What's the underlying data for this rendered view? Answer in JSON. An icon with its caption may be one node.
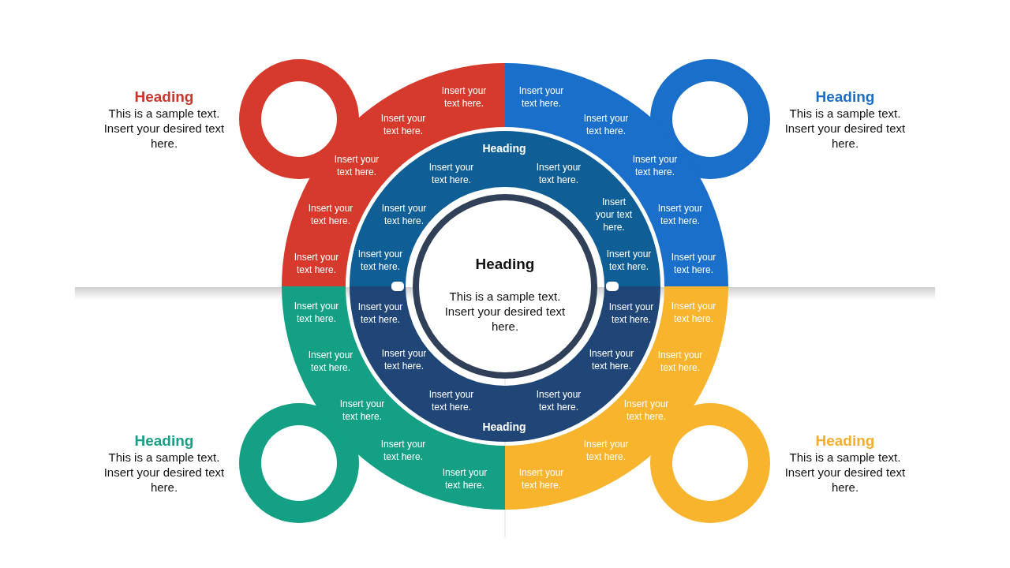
{
  "diagram": {
    "nodes": [
      {
        "text": [
          "Insert your text here.",
          "Insert your text here.",
          "Insert your text here.",
          "Insert your text here.",
          "Insert your text here."
        ]
      },
      {
        "text": [
          "Insert your text here.",
          "Insert your text here.",
          "Insert your text here.",
          "Insert your text here.",
          "Insert your text here."
        ]
      },
      {
        "text": [
          "Heading",
          "Insert your text here.",
          "Insert your text here.",
          "Insert your text here.",
          "Insert your text here.",
          "Insert your text here.",
          "Insert your text here."
        ]
      },
      {
        "text": [
          "Heading",
          "This is a sample text. Insert your desired text here."
        ]
      },
      {
        "text": [
          "Insert your text here.",
          "Insert your text here.",
          "Insert your text here.",
          "Insert your text here.",
          "Insert your text here.",
          "Insert your text here.",
          "Heading"
        ]
      },
      {
        "text": [
          "Insert your text here.",
          "Insert your text here.",
          "Insert your text here.",
          "Insert your text here.",
          "Insert your text here."
        ]
      },
      {
        "text": [
          "Insert your text here.",
          "Insert your text here.",
          "Insert your text here.",
          "Insert your text here.",
          "Insert your text here."
        ]
      }
    ],
    "edges": [],
    "labels": [
      "Heading",
      "This is a sample text. Insert your desired text here.",
      "Heading",
      "This is a sample text. Insert your desired text here.",
      "Heading",
      "This is a sample text. Insert your desired text here.",
      "Heading",
      "This is a sample text. Insert your desired text here."
    ]
  }
}
